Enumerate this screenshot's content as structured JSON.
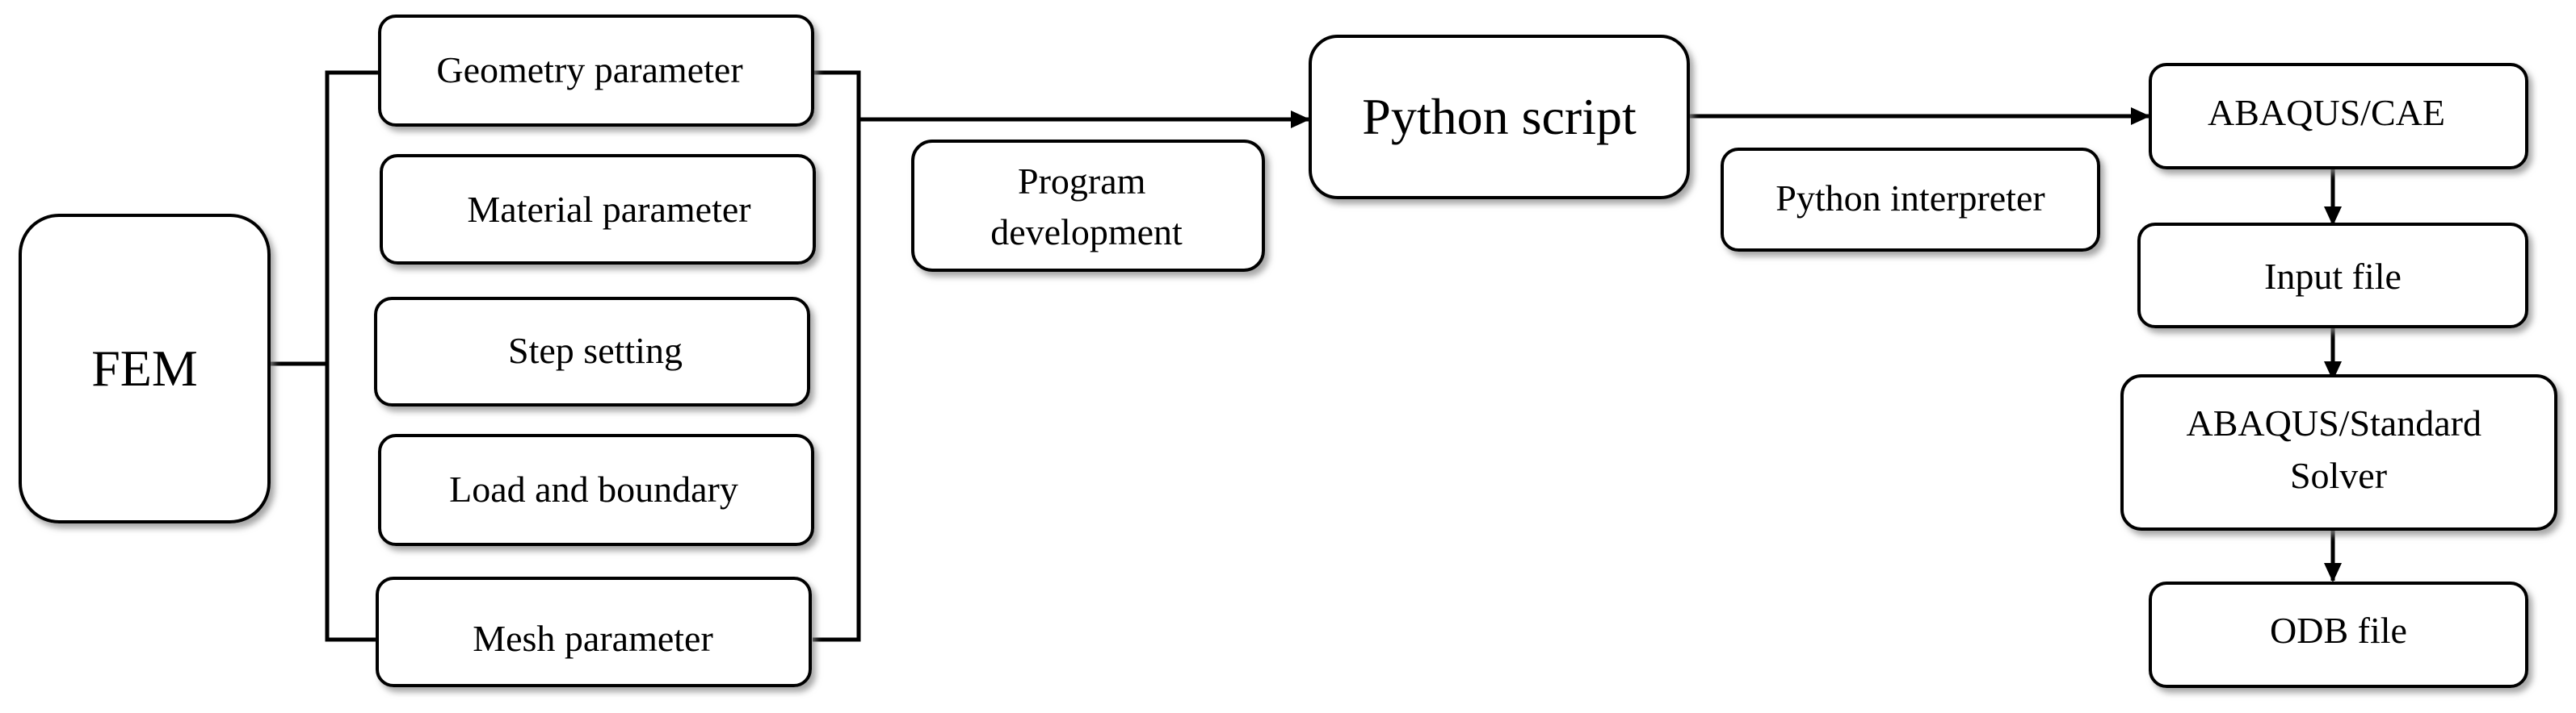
{
  "colors": {
    "box_fill": "#ffffff",
    "box_stroke": "#000000",
    "shadow": "#9a9a9a",
    "line": "#000000"
  },
  "nodes": {
    "fem": "FEM",
    "geometry": "Geometry parameter",
    "material": "Material parameter",
    "step": "Step setting",
    "load": "Load and boundary",
    "mesh": "Mesh parameter",
    "program_dev": [
      "Program",
      "development"
    ],
    "python_script": "Python script",
    "python_interpreter": "Python interpreter",
    "abaqus_cae": "ABAQUS/CAE",
    "input_file": "Input file",
    "abaqus_standard": [
      "ABAQUS/Standard",
      "Solver"
    ],
    "odb_file": "ODB file"
  }
}
